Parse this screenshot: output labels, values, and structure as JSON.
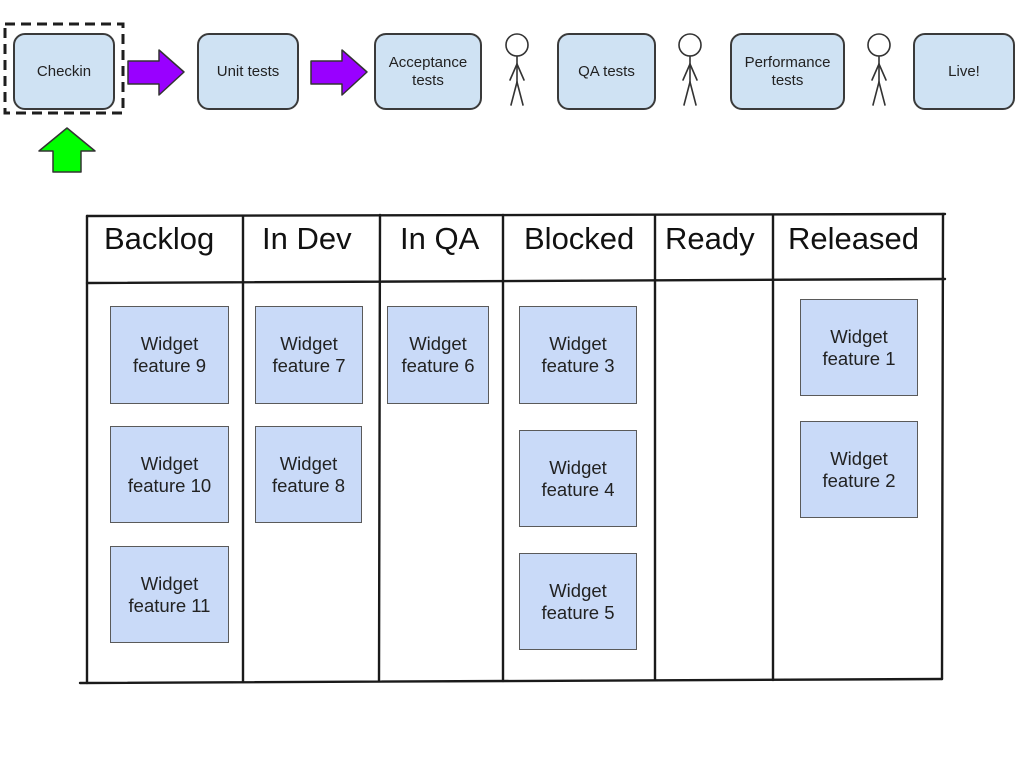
{
  "pipeline": {
    "stages": [
      {
        "label": "Checkin",
        "highlighted": true
      },
      {
        "label": "Unit tests",
        "highlighted": false
      },
      {
        "label": "Acceptance tests",
        "highlighted": false
      },
      {
        "label": "QA tests",
        "highlighted": false
      },
      {
        "label": "Performance tests",
        "highlighted": false
      },
      {
        "label": "Live!",
        "highlighted": false
      }
    ],
    "connectors": [
      "arrow-right-icon",
      "arrow-right-icon",
      "person-icon",
      "person-icon",
      "person-icon"
    ],
    "pointer_icon": "arrow-up-icon"
  },
  "board": {
    "columns": [
      {
        "title": "Backlog",
        "cards": [
          "Widget feature 9",
          "Widget feature 10",
          "Widget feature 11"
        ]
      },
      {
        "title": "In Dev",
        "cards": [
          "Widget feature 7",
          "Widget feature 8"
        ]
      },
      {
        "title": "In QA",
        "cards": [
          "Widget feature 6"
        ]
      },
      {
        "title": "Blocked",
        "cards": [
          "Widget feature 3",
          "Widget feature 4",
          "Widget feature 5"
        ]
      },
      {
        "title": "Ready",
        "cards": []
      },
      {
        "title": "Released",
        "cards": [
          "Widget feature 1",
          "Widget feature 2"
        ]
      }
    ]
  },
  "colors": {
    "stage_fill": "#cfe2f3",
    "card_fill": "#c9daf8",
    "auto_arrow": "#9900ff",
    "pointer": "#00ff00",
    "outline": "#333333"
  }
}
